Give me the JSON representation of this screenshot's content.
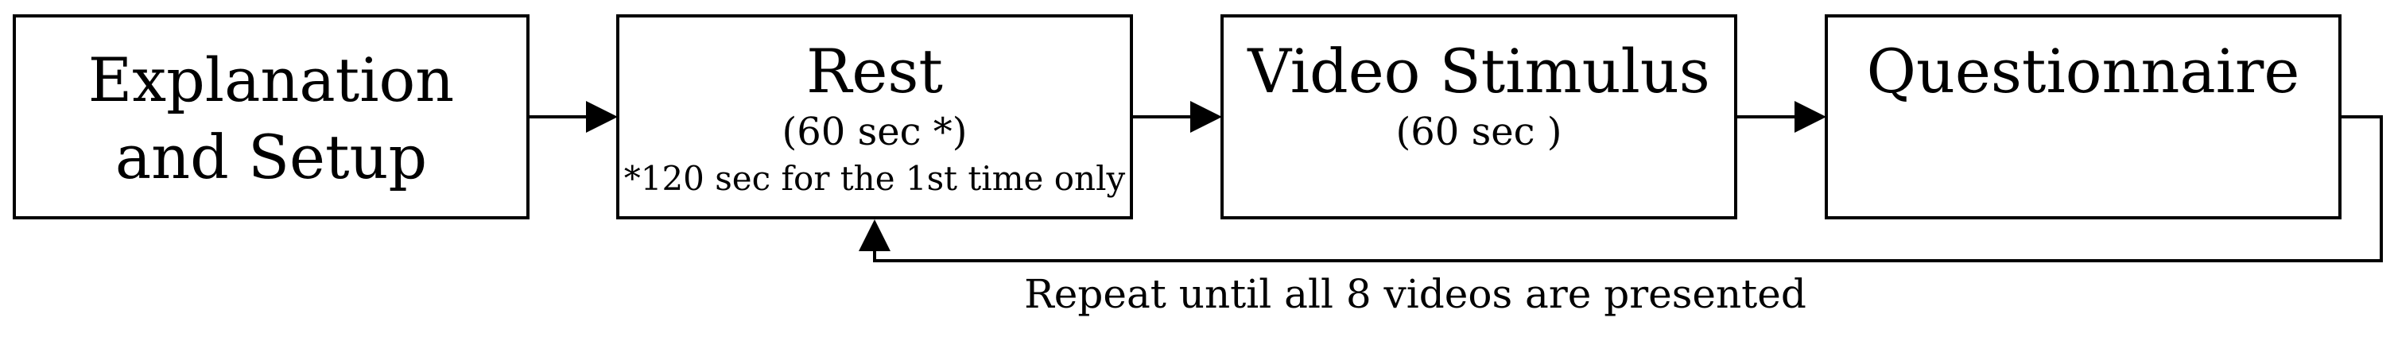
{
  "steps": [
    {
      "title_lines": [
        "Explanation",
        "and Setup"
      ]
    },
    {
      "title": "Rest",
      "duration": "(60 sec *)",
      "note": "*120 sec for the 1st time only"
    },
    {
      "title": "Video Stimulus",
      "duration": "(60 sec )"
    },
    {
      "title": "Questionnaire"
    }
  ],
  "loop": {
    "label": "Repeat until all 8 videos are presented"
  },
  "colors": {
    "stroke": "#000000",
    "background": "#ffffff"
  }
}
